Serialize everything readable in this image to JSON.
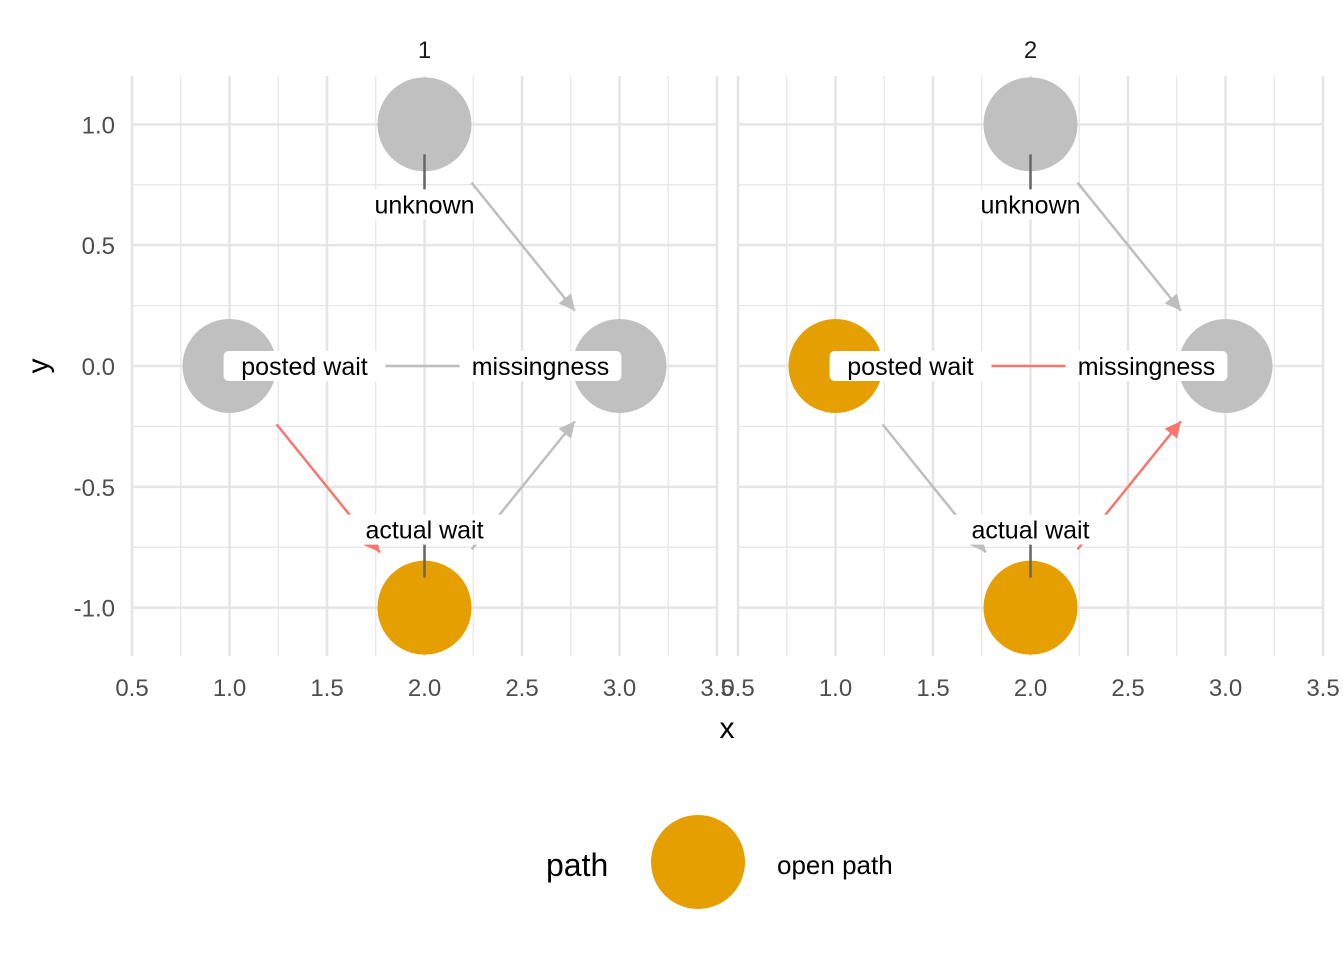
{
  "x_axis_title": "x",
  "y_axis_title": "y",
  "x_ticks": [
    "0.5",
    "1.0",
    "1.5",
    "2.0",
    "2.5",
    "3.0",
    "3.5"
  ],
  "y_ticks": [
    "1.0",
    "0.5",
    "0.0",
    "-0.5",
    "-1.0"
  ],
  "legend": {
    "title": "path",
    "items": [
      {
        "label": "open path"
      }
    ]
  },
  "colors": {
    "open_node": "#E69F00",
    "closed_node": "#C0C0C0",
    "open_edge": "#F8766D",
    "closed_edge": "#BEBEBE",
    "grid": "#E5E5E5"
  },
  "chart_data": {
    "type": "dag",
    "xlim": [
      0.5,
      3.5
    ],
    "ylim": [
      -1.2,
      1.2
    ],
    "nodes": [
      {
        "id": "unknown",
        "label": "unknown",
        "x": 2.0,
        "y": 1.0
      },
      {
        "id": "posted",
        "label": "posted wait",
        "x": 1.0,
        "y": 0.0
      },
      {
        "id": "missing",
        "label": "missingness",
        "x": 3.0,
        "y": 0.0
      },
      {
        "id": "actual",
        "label": "actual wait",
        "x": 2.0,
        "y": -1.0
      }
    ],
    "panels": [
      {
        "strip": "1",
        "open_nodes": [
          "actual"
        ],
        "edges": [
          {
            "from": "unknown",
            "to": "missing",
            "type": "arrow",
            "open": false
          },
          {
            "from": "posted",
            "to": "actual",
            "type": "arrow",
            "open": true
          },
          {
            "from": "actual",
            "to": "missing",
            "type": "arrow",
            "open": false
          },
          {
            "from": "posted",
            "to": "missing",
            "type": "segment",
            "open": false
          }
        ]
      },
      {
        "strip": "2",
        "open_nodes": [
          "posted",
          "actual"
        ],
        "edges": [
          {
            "from": "unknown",
            "to": "missing",
            "type": "arrow",
            "open": false
          },
          {
            "from": "posted",
            "to": "actual",
            "type": "arrow",
            "open": false
          },
          {
            "from": "actual",
            "to": "missing",
            "type": "arrow",
            "open": true
          },
          {
            "from": "posted",
            "to": "missing",
            "type": "segment",
            "open": true
          }
        ]
      }
    ]
  }
}
